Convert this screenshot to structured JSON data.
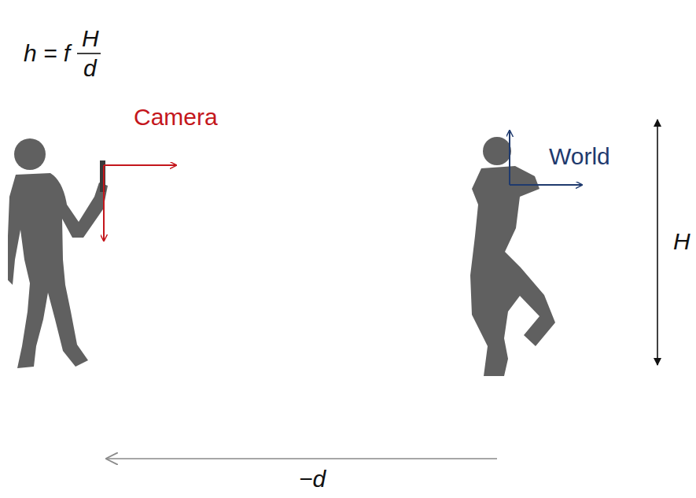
{
  "diagram": {
    "labels": [
      "h = f",
      "H",
      "d",
      "Camera",
      "World",
      "H",
      "−d"
    ]
  }
}
